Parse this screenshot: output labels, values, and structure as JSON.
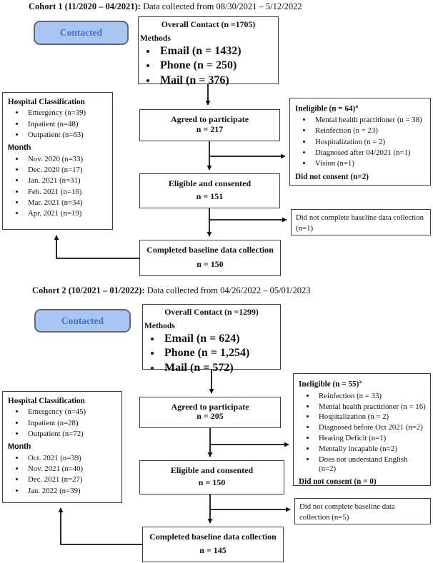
{
  "cohort1": {
    "heading": {
      "bold": "Cohort 1 (11/2020 – 04/2021):",
      "normal": " Data collected from 08/30/2021 – 5/12/2022"
    },
    "contacted_label": "Contacted",
    "overall_box": {
      "title": "Overall Contact (n =1705)",
      "methods_label": "Methods",
      "methods": [
        "Email (n = 1432)",
        "Phone (n = 250)",
        "Mail (n = 376)"
      ]
    },
    "summary_box": {
      "classification_label": "Hospital Classification",
      "classification": [
        "Emergency (n=39)",
        "Inpatient (n=48)",
        "Outpatient (n=63)"
      ],
      "month_label": "Month",
      "months": [
        "Nov. 2020 (n=33)",
        "Dec. 2020 (n=17)",
        "Jan. 2021 (n=31)",
        "Feb. 2021 (n=16)",
        "Mar. 2021 (n=34)",
        "Apr. 2021 (n=19)"
      ]
    },
    "agreed_box": {
      "line1": "Agreed to participate",
      "line2": "n = 217"
    },
    "eligible_box": {
      "line1": "Eligible and consented",
      "line2": "n = 151"
    },
    "completed_box": {
      "line1": "Completed baseline data collection",
      "line2": "n = 150"
    },
    "ineligible_box": {
      "title": "Ineligible (n = 64)",
      "title_superscript": "a",
      "reasons": [
        "Mental health practitioner (n = 38)",
        "Reinfection (n = 23)",
        "Hospitalization (n = 2)",
        "Diagnosed after 04/2021 (n=1)",
        "Vision (n=1)"
      ],
      "footer": "Did not consent (n=2)"
    },
    "dropout_box": "Did not complete baseline data collection (n=1)"
  },
  "cohort2": {
    "heading": {
      "bold": "Cohort 2 (10/2021 – 01/2022):",
      "normal": " Data collected from 04/26/2022 – 05/01/2023"
    },
    "contacted_label": "Contacted",
    "overall_box": {
      "title": "Overall Contact (n =1299)",
      "methods_label": "Methods",
      "methods": [
        "Email (n = 624)",
        "Phone (n = 1,254)",
        "Mail (n = 572)"
      ]
    },
    "summary_box": {
      "classification_label": "Hospital Classification",
      "classification": [
        "Emergency (n=45)",
        "Inpatient (n=28)",
        "Outpatient (n=72)"
      ],
      "month_label": "Month",
      "months": [
        "Oct. 2021 (n=39)",
        "Nov. 2021 (n=40)",
        "Dec. 2021 (n=27)",
        "Jan. 2022 (n=39)"
      ]
    },
    "agreed_box": {
      "line1": "Agreed to participate",
      "line2": "n = 205"
    },
    "eligible_box": {
      "line1": "Eligible and consented",
      "line2": "n = 150"
    },
    "completed_box": {
      "line1": "Completed baseline data collection",
      "line2": "n = 145"
    },
    "ineligible_box": {
      "title": "Ineligible (n = 55)",
      "title_superscript": "a",
      "reasons": [
        "Reinfection (n = 33)",
        "Mental health practitioner (n = 16)",
        "Hospitalization (n = 2)",
        "Diagnosed before Oct 2021 (n=2)",
        "Hearing Deficit (n=1)",
        "Mentally incapable (n=2)",
        "Does not understand English (n=2)"
      ],
      "footer": "Did not consent (n = 0)"
    },
    "dropout_box": "Did not complete baseline data collection (n=5)"
  },
  "colors": {
    "contacted_fill": "#a9c5f1",
    "contacted_text": "#4470cc",
    "box_border": "#3f3f3f",
    "arrow": "#111111"
  }
}
